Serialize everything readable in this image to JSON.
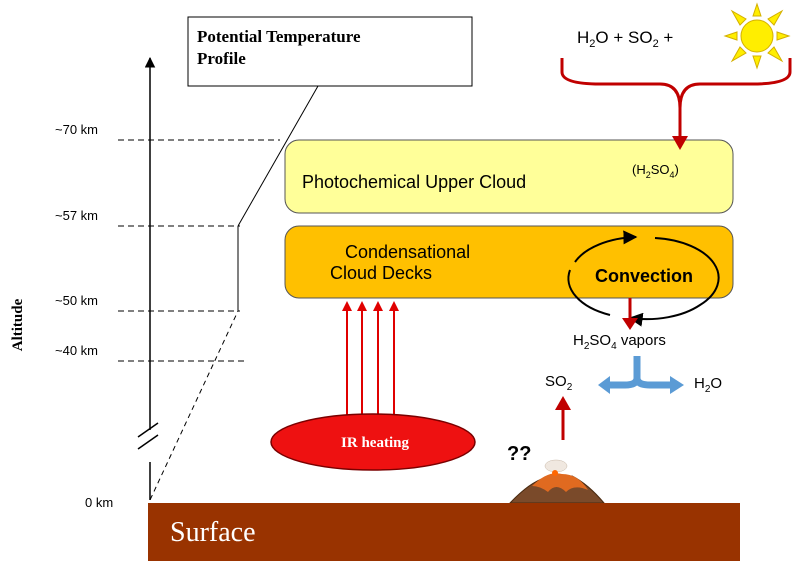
{
  "axis": {
    "label": "Altitude",
    "ticks": [
      "~70 km",
      "~57 km",
      "~50 km",
      "~40 km",
      "0 km"
    ]
  },
  "profile_box": {
    "line1": "Potential Temperature",
    "line2": "Profile"
  },
  "inputs": {
    "h2o": "H",
    "h2o_sub": "2",
    "h2o_tail": "O + SO",
    "so2_sub": "2",
    "plus": " +"
  },
  "upper_cloud": {
    "label": "Photochemical Upper Cloud",
    "h2so4_pre": "(H",
    "h2so4_sub1": "2",
    "h2so4_mid": "SO",
    "h2so4_sub2": "4",
    "h2so4_post": ")"
  },
  "lower_cloud": {
    "line1": "Condensational",
    "line2": "Cloud Decks",
    "convection": "Convection"
  },
  "vapors": {
    "pre": "H",
    "sub1": "2",
    "mid": "SO",
    "sub2": "4",
    "post": " vapors"
  },
  "products": {
    "so2": "SO",
    "so2_sub": "2",
    "h2o": "H",
    "h2o_sub": "2",
    "h2o_tail": "O"
  },
  "ir_heating": "IR heating",
  "question": "??",
  "surface": "Surface",
  "colors": {
    "upper_cloud": "#ffff99",
    "lower_cloud": "#ffc000",
    "surface": "#993300",
    "ir_ellipse": "#ee1111",
    "arrow_red": "#c00000",
    "arrow_blue": "#5b9bd5",
    "sun": "#ffee00"
  },
  "icons": [
    "sun-icon",
    "volcano-icon"
  ]
}
